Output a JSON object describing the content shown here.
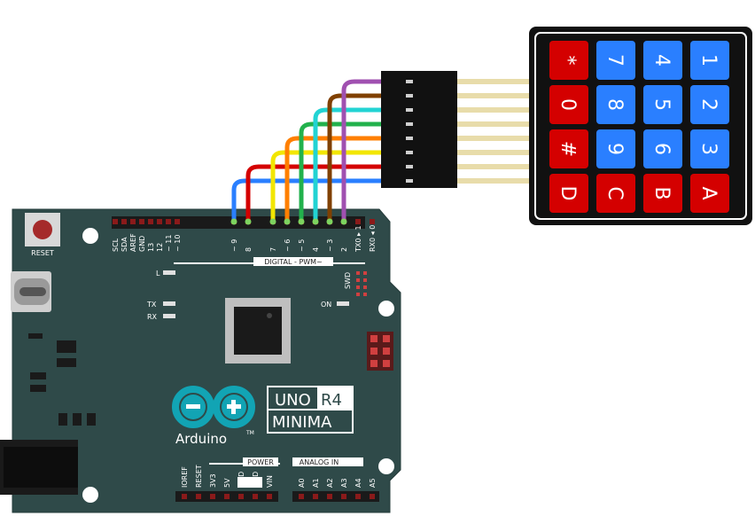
{
  "board": {
    "reset_label": "RESET",
    "digital_label": "DIGITAL  -  PWM~",
    "power_label": "POWER",
    "analog_label": "ANALOG IN",
    "brand": "Arduino",
    "tm": "TM",
    "model_a": "UNO",
    "model_b": "R4",
    "model_c": "MINIMA",
    "led_l": "L",
    "led_tx": "TX",
    "led_rx": "RX",
    "led_on": "ON",
    "swd": "SWD",
    "header_top": [
      "SCL",
      "SDA",
      "AREF",
      "GND",
      "13",
      "12",
      "~ 11",
      "~ 10",
      "~ 9",
      "8",
      "7",
      "~ 6",
      "~ 5",
      "4",
      "~ 3",
      "2",
      "TX0 ▸ 1",
      "RX0 ◂ 0"
    ],
    "header_power": [
      "IOREF",
      "RESET",
      "3V3",
      "5V",
      "GND",
      "GND",
      "VIN"
    ],
    "header_analog": [
      "A0",
      "A1",
      "A2",
      "A3",
      "A4",
      "A5"
    ]
  },
  "keypad": {
    "keys": [
      [
        "*",
        "7",
        "4",
        "1"
      ],
      [
        "0",
        "8",
        "5",
        "2"
      ],
      [
        "#",
        "9",
        "6",
        "3"
      ],
      [
        "D",
        "C",
        "B",
        "A"
      ]
    ],
    "colors": {
      "red": "#d40000",
      "blue": "#2a7fff"
    }
  },
  "wires": [
    {
      "pin": "9",
      "color": "#2a7fff"
    },
    {
      "pin": "8",
      "color": "#d40000"
    },
    {
      "pin": "7",
      "color": "#f2e600"
    },
    {
      "pin": "6",
      "color": "#ff7f00"
    },
    {
      "pin": "5",
      "color": "#22b14c"
    },
    {
      "pin": "4",
      "color": "#22d3d3"
    },
    {
      "pin": "3",
      "color": "#804000"
    },
    {
      "pin": "2",
      "color": "#a050b0"
    }
  ]
}
